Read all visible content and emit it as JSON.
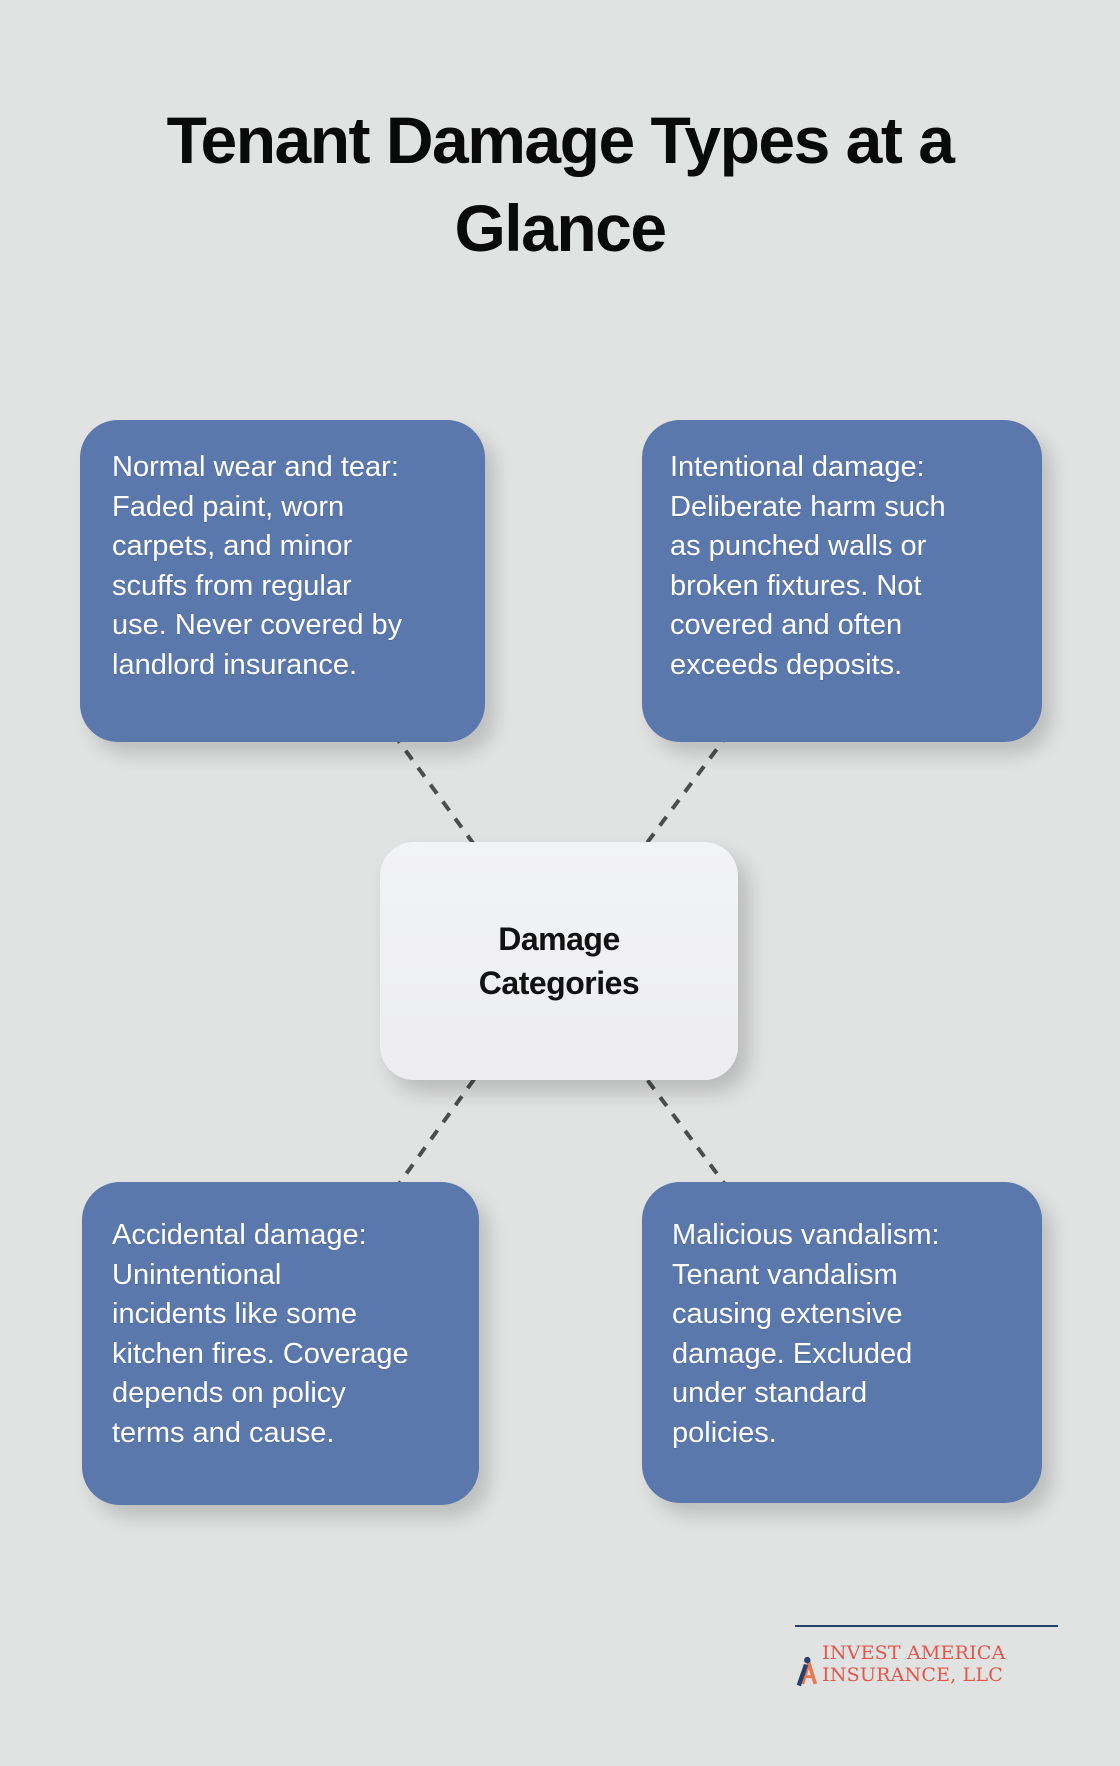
{
  "title": "Tenant Damage Types at a Glance",
  "title_lines": [
    "Tenant Damage Types at a",
    "Glance"
  ],
  "center": {
    "label": "Damage Categories",
    "lines": [
      "Damage",
      "Categories"
    ]
  },
  "nodes": [
    {
      "id": "normal-wear-and-tear",
      "text": "Normal wear and tear: Faded paint, worn carpets, and minor scuffs from regular use. Never covered by landlord insurance.",
      "lines": [
        "Normal wear and tear:",
        "Faded paint, worn",
        "carpets, and minor",
        "scuffs from regular",
        "use. Never covered by",
        "landlord insurance."
      ]
    },
    {
      "id": "intentional-damage",
      "text": "Intentional damage: Deliberate harm such as punched walls or broken fixtures. Not covered and often exceeds deposits.",
      "lines": [
        "Intentional damage:",
        "Deliberate harm such",
        "as punched walls or",
        "broken fixtures. Not",
        "covered and often",
        "exceeds deposits."
      ]
    },
    {
      "id": "accidental-damage",
      "text": "Accidental damage: Unintentional incidents like some kitchen fires. Coverage depends on policy terms and cause.",
      "lines": [
        "Accidental damage:",
        "Unintentional",
        "incidents like some",
        "kitchen fires. Coverage",
        "depends on policy",
        "terms and cause."
      ]
    },
    {
      "id": "malicious-vandalism",
      "text": "Malicious vandalism: Tenant vandalism causing extensive damage. Excluded under standard policies.",
      "lines": [
        "Malicious vandalism:",
        "Tenant vandalism",
        "causing extensive",
        "damage. Excluded",
        "under standard",
        "policies."
      ]
    }
  ],
  "footer": {
    "brand": "INVEST AMERICA INSURANCE, LLC",
    "logo_icon": "invest-america-a-logo"
  },
  "colors": {
    "background": "#e1e2e2",
    "node_blue": "#5b78ac",
    "node_text": "#ffffff",
    "center_bg": "#f0f0f1",
    "connector": "#4d4d4d",
    "title": "#0a0a0a",
    "brand_red": "#e2574b",
    "brand_navy": "#24406b"
  }
}
